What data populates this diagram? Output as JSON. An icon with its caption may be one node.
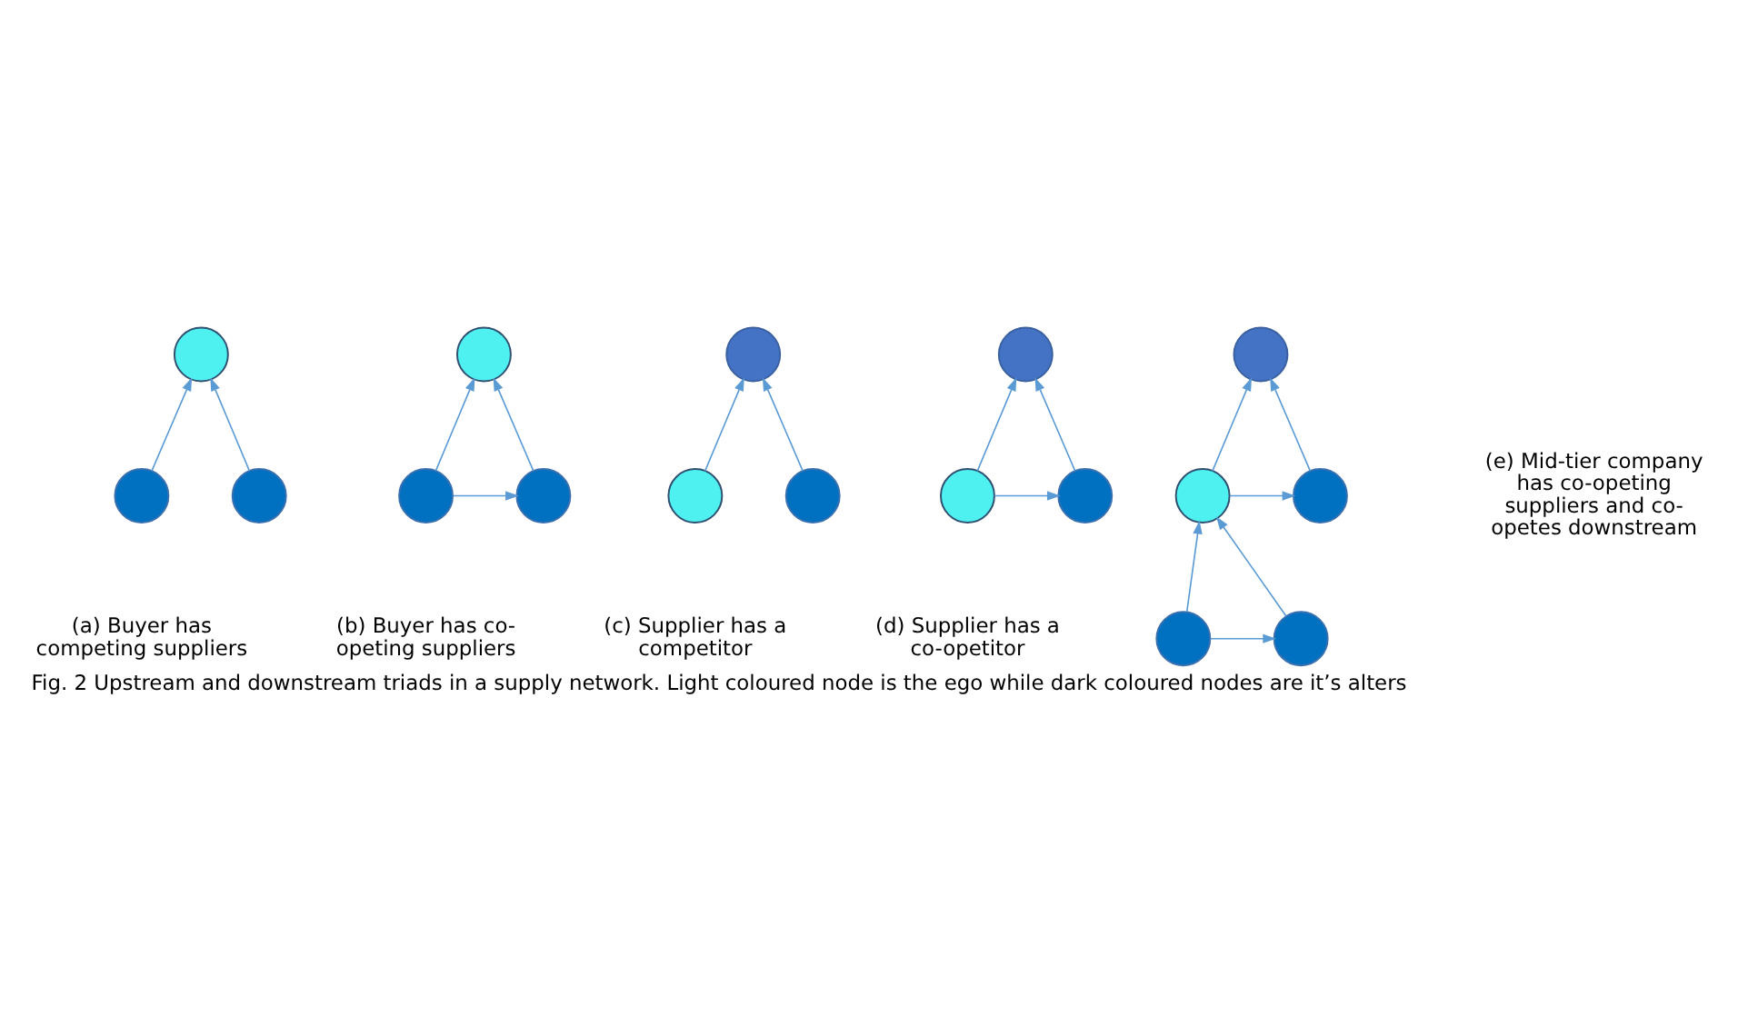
{
  "diagram": {
    "caption": "Fig. 2 Upstream and downstream triads in a supply network. Light coloured node is the ego while dark coloured nodes are it’s alters",
    "nodes": [
      {
        "text": [],
        "shape": "circle"
      },
      {
        "text": [],
        "shape": "circle"
      },
      {
        "text": [],
        "shape": "circle"
      },
      {
        "text": [],
        "shape": "circle"
      },
      {
        "text": [],
        "shape": "circle"
      },
      {
        "text": [],
        "shape": "circle"
      },
      {
        "text": [],
        "shape": "circle"
      },
      {
        "text": [],
        "shape": "circle"
      },
      {
        "text": [],
        "shape": "circle"
      },
      {
        "text": [],
        "shape": "circle"
      },
      {
        "text": [],
        "shape": "circle"
      },
      {
        "text": [],
        "shape": "circle"
      },
      {
        "text": [],
        "shape": "circle"
      },
      {
        "text": [],
        "shape": "circle"
      },
      {
        "text": [],
        "shape": "circle"
      },
      {
        "text": [],
        "shape": "circle"
      },
      {
        "text": [],
        "shape": "circle"
      }
    ],
    "edges": [
      {
        "from": 1,
        "to": 0,
        "arrow": "to"
      },
      {
        "from": 2,
        "to": 0,
        "arrow": "to"
      },
      {
        "from": 4,
        "to": 3,
        "arrow": "to"
      },
      {
        "from": 5,
        "to": 3,
        "arrow": "to"
      },
      {
        "from": 4,
        "to": 5,
        "arrow": "to"
      },
      {
        "from": 7,
        "to": 6,
        "arrow": "to"
      },
      {
        "from": 8,
        "to": 6,
        "arrow": "to"
      },
      {
        "from": 10,
        "to": 9,
        "arrow": "to"
      },
      {
        "from": 11,
        "to": 9,
        "arrow": "to"
      },
      {
        "from": 10,
        "to": 11,
        "arrow": "to"
      },
      {
        "from": 13,
        "to": 12,
        "arrow": "to"
      },
      {
        "from": 14,
        "to": 12,
        "arrow": "to"
      },
      {
        "from": 13,
        "to": 14,
        "arrow": "to"
      },
      {
        "from": 15,
        "to": 13,
        "arrow": "to"
      },
      {
        "from": 16,
        "to": 13,
        "arrow": "to"
      },
      {
        "from": 15,
        "to": 16,
        "arrow": "to"
      }
    ],
    "labels": [
      "(a) Buyer has competing suppliers",
      "(b) Buyer has co-opeting suppliers",
      "(c) Supplier has a competitor",
      "(d) Supplier has a co-opetitor",
      "(e) Mid-tier company has co-opeting suppliers and co-opetes downstream"
    ]
  }
}
